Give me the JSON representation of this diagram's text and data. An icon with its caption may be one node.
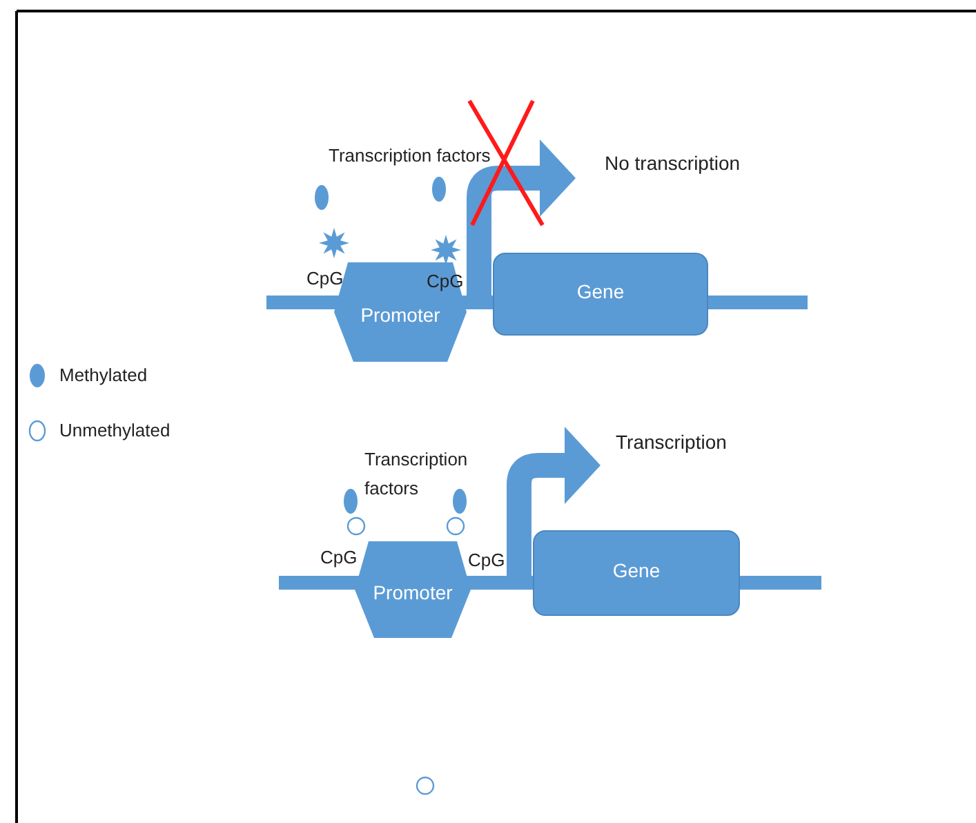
{
  "diagram": {
    "nodes": [
      {
        "text": [
          "Promoter"
        ]
      },
      {
        "text": [
          "Gene"
        ]
      },
      {
        "text": [
          "Promoter"
        ]
      },
      {
        "text": [
          "Gene"
        ]
      }
    ],
    "labels": [
      "Transcription factors",
      "No transcription",
      "CpG",
      "CpG",
      "Transcription",
      "Transcription factors",
      "CpG",
      "CpG"
    ],
    "legend": [
      {
        "text": "Methylated",
        "color": "#5b9bd5"
      },
      {
        "text": "Unmethylated"
      }
    ]
  }
}
